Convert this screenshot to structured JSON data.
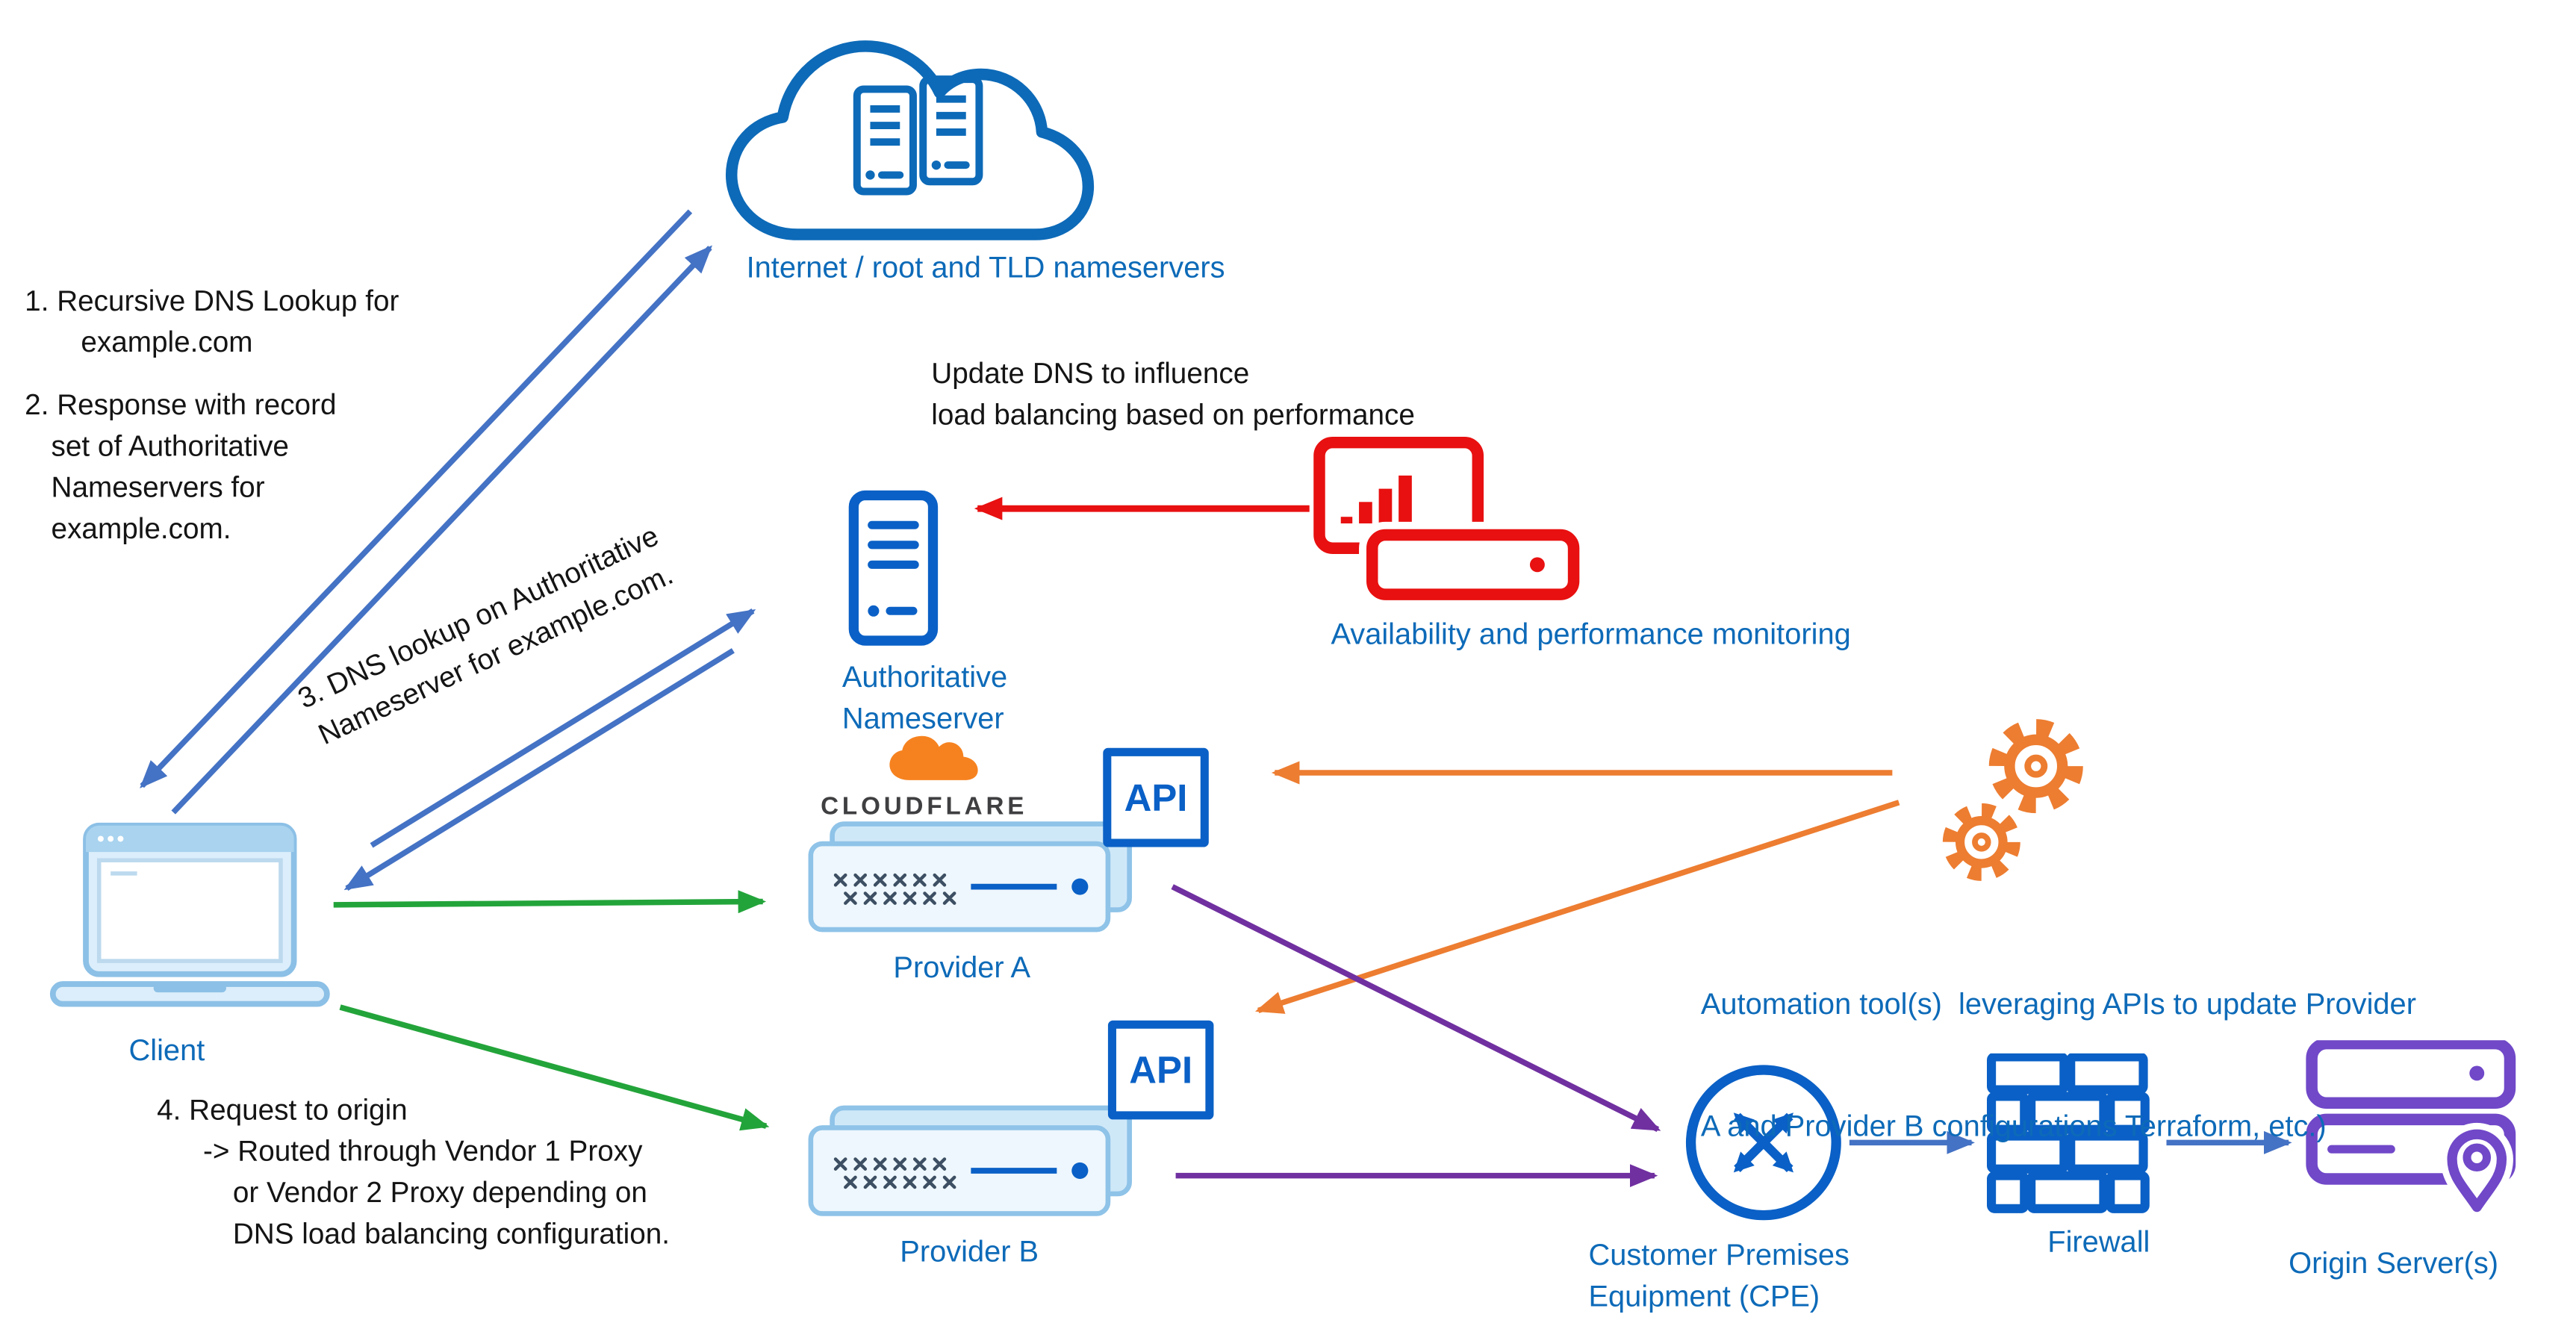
{
  "labels": {
    "internet": "Internet / root and TLD nameservers",
    "auth_ns": [
      "Authoritative",
      "Nameserver"
    ],
    "monitoring": "Availability and performance monitoring",
    "cloudflare": "CLOUDFLARE",
    "provider_a": "Provider A",
    "provider_b": "Provider B",
    "api": "API",
    "automation": [
      "Automation tool(s)  leveraging APIs to update Provider",
      "A and Provider B configurations Terraform, etc.)"
    ],
    "cpe": [
      "Customer Premises",
      "Equipment (CPE)"
    ],
    "firewall": "Firewall",
    "origin": "Origin Server(s)",
    "client": "Client"
  },
  "notes": {
    "step12": [
      "1. Recursive DNS Lookup for",
      "example.com",
      "2. Response with record",
      "set of Authoritative",
      "Nameservers for",
      "example.com."
    ],
    "step3": [
      "3. DNS lookup on Authoritative",
      "Nameserver for example.com."
    ],
    "update_dns": [
      "Update DNS to influence",
      "load balancing based on performance"
    ],
    "step4": [
      "4. Request to origin",
      "-> Routed through Vendor 1 Proxy",
      "or Vendor 2 Proxy depending on",
      "DNS load balancing configuration."
    ]
  },
  "colors": {
    "label_blue": "#0d6ab8",
    "icon_blue": "#0a60c6",
    "arrow_blue": "#4472c4",
    "red": "#e81010",
    "green": "#23a43a",
    "orange": "#ED7D31",
    "purple_arrow": "#7030A0",
    "purple_icon": "#7048c8",
    "cloudflare_orange": "#f6821f",
    "laptop_blue": "#8cc0e6"
  },
  "icons": {
    "internet-cloud-icon": "cloud outline containing two server racks",
    "client-laptop-icon": "light blue laptop",
    "authoritative-nameserver-icon": "blue server tower",
    "monitoring-icon": "red monitor with bar chart over rack server",
    "cloudflare-cloud-icon": "orange cloudflare cloud logo",
    "proxy-appliance-icon": "light blue network proxy appliance",
    "api-box": "square badge with API text",
    "gears-icon": "two orange gears",
    "cpe-router-icon": "blue circle with crossing arrows",
    "firewall-icon": "blue brick wall",
    "origin-servers-icon": "purple stacked servers with location pin"
  },
  "edges": [
    {
      "from": "client",
      "to": "internet",
      "color": "#4472c4",
      "meaning": "recursive DNS lookup"
    },
    {
      "from": "internet",
      "to": "client",
      "color": "#4472c4",
      "meaning": "response with authoritative NS record set"
    },
    {
      "from": "client",
      "to": "authoritative-nameserver",
      "color": "#4472c4",
      "meaning": "DNS lookup on authoritative nameserver"
    },
    {
      "from": "authoritative-nameserver",
      "to": "client",
      "color": "#4472c4",
      "meaning": "DNS response"
    },
    {
      "from": "monitoring",
      "to": "authoritative-nameserver",
      "color": "#e81010",
      "meaning": "update DNS based on performance"
    },
    {
      "from": "automation",
      "to": "provider-a-api",
      "color": "#ED7D31",
      "meaning": "API configuration update"
    },
    {
      "from": "automation",
      "to": "provider-b-api",
      "color": "#ED7D31",
      "meaning": "API configuration update"
    },
    {
      "from": "client",
      "to": "provider-a",
      "color": "#23a43a",
      "meaning": "request to origin via vendor 1 proxy"
    },
    {
      "from": "client",
      "to": "provider-b",
      "color": "#23a43a",
      "meaning": "request to origin via vendor 2 proxy"
    },
    {
      "from": "provider-a",
      "to": "cpe",
      "color": "#7030A0",
      "meaning": "proxied traffic"
    },
    {
      "from": "provider-b",
      "to": "cpe",
      "color": "#7030A0",
      "meaning": "proxied traffic"
    },
    {
      "from": "cpe",
      "to": "firewall",
      "color": "#4472c4",
      "meaning": "traffic flow"
    },
    {
      "from": "firewall",
      "to": "origin",
      "color": "#4472c4",
      "meaning": "traffic flow"
    }
  ]
}
